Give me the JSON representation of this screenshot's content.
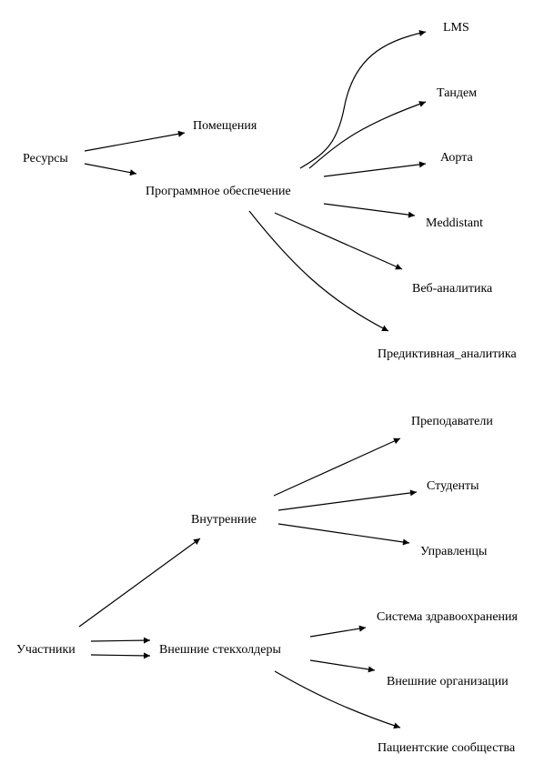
{
  "diagram": {
    "type": "directed-graph",
    "nodes": {
      "resources": "Ресурсы",
      "premises": "Помещения",
      "software": "Программное обеспечение",
      "lms": "LMS",
      "tandem": "Тандем",
      "aorta": "Аорта",
      "meddistant": "Meddistant",
      "web_analytics": "Веб-аналитика",
      "predictive_analytics": "Предиктивная_аналитика",
      "participants": "Участники",
      "internal": "Внутренние",
      "external_stakeholders": "Внешние стекхолдеры",
      "teachers": "Преподаватели",
      "students": "Студенты",
      "managers": "Управленцы",
      "healthcare_system": "Система здравоохранения",
      "external_orgs": "Внешние организации",
      "patient_communities": "Пациентские сообщества"
    },
    "edges": [
      [
        "resources",
        "premises"
      ],
      [
        "resources",
        "software"
      ],
      [
        "software",
        "lms"
      ],
      [
        "software",
        "tandem"
      ],
      [
        "software",
        "aorta"
      ],
      [
        "software",
        "meddistant"
      ],
      [
        "software",
        "web_analytics"
      ],
      [
        "software",
        "predictive_analytics"
      ],
      [
        "participants",
        "internal"
      ],
      [
        "participants",
        "external_stakeholders"
      ],
      [
        "participants",
        "external_stakeholders"
      ],
      [
        "internal",
        "teachers"
      ],
      [
        "internal",
        "students"
      ],
      [
        "internal",
        "managers"
      ],
      [
        "external_stakeholders",
        "healthcare_system"
      ],
      [
        "external_stakeholders",
        "external_orgs"
      ],
      [
        "external_stakeholders",
        "patient_communities"
      ]
    ]
  }
}
